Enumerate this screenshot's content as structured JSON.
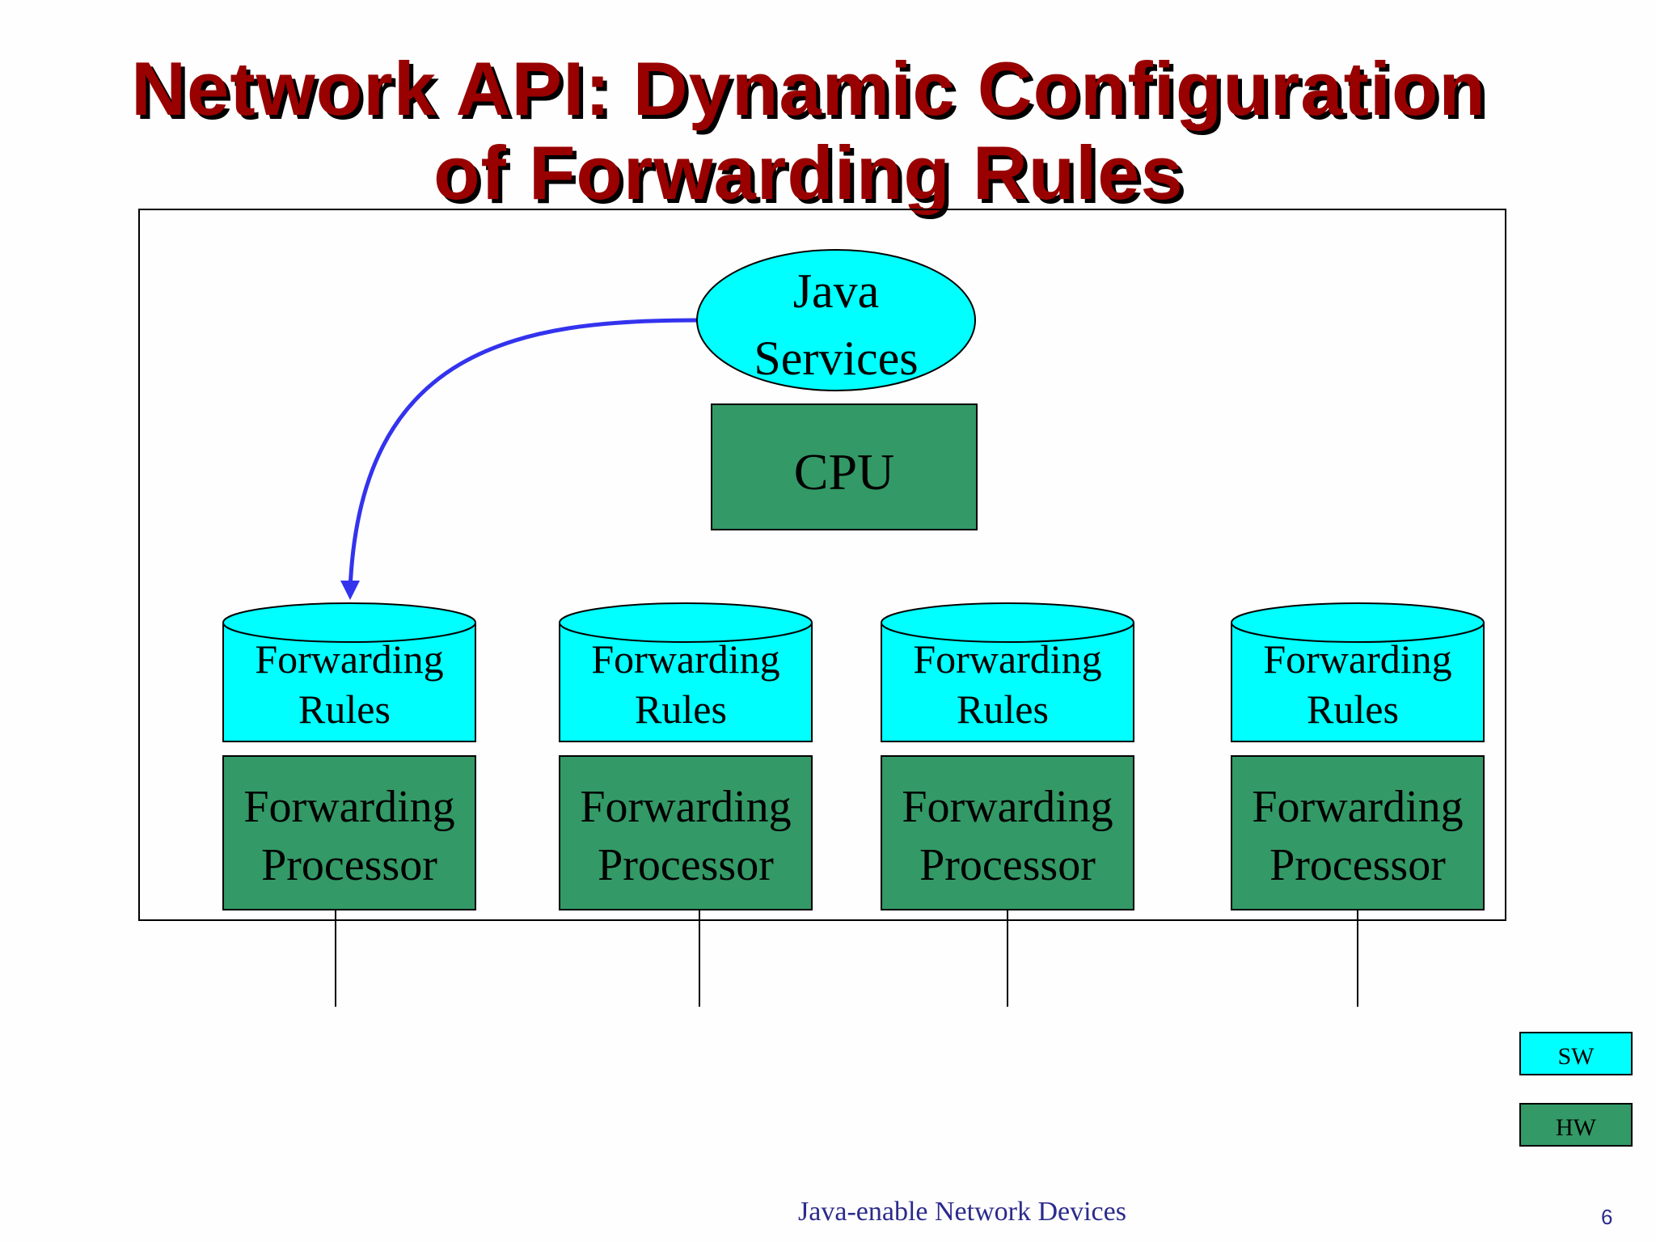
{
  "slide": {
    "title_line1": "Network API:  Dynamic Configuration",
    "title_line2": "of Forwarding Rules",
    "footer": "Java-enable Network Devices",
    "page_number": "6"
  },
  "diagram": {
    "java_services": {
      "line1": "Java",
      "line2": "Services"
    },
    "cpu": "CPU",
    "columns": [
      {
        "rules_line1": "Forwarding",
        "rules_line2": "Rules",
        "processor_line1": "Forwarding",
        "processor_line2": "Processor"
      },
      {
        "rules_line1": "Forwarding",
        "rules_line2": "Rules",
        "processor_line1": "Forwarding",
        "processor_line2": "Processor"
      },
      {
        "rules_line1": "Forwarding",
        "rules_line2": "Rules",
        "processor_line1": "Forwarding",
        "processor_line2": "Processor"
      },
      {
        "rules_line1": "Forwarding",
        "rules_line2": "Rules",
        "processor_line1": "Forwarding",
        "processor_line2": "Processor"
      }
    ]
  },
  "legend": {
    "sw": "SW",
    "hw": "HW"
  },
  "colors": {
    "sw": "#00ffff",
    "hw": "#339966",
    "arrow": "#3333ee",
    "title": "#990000"
  }
}
